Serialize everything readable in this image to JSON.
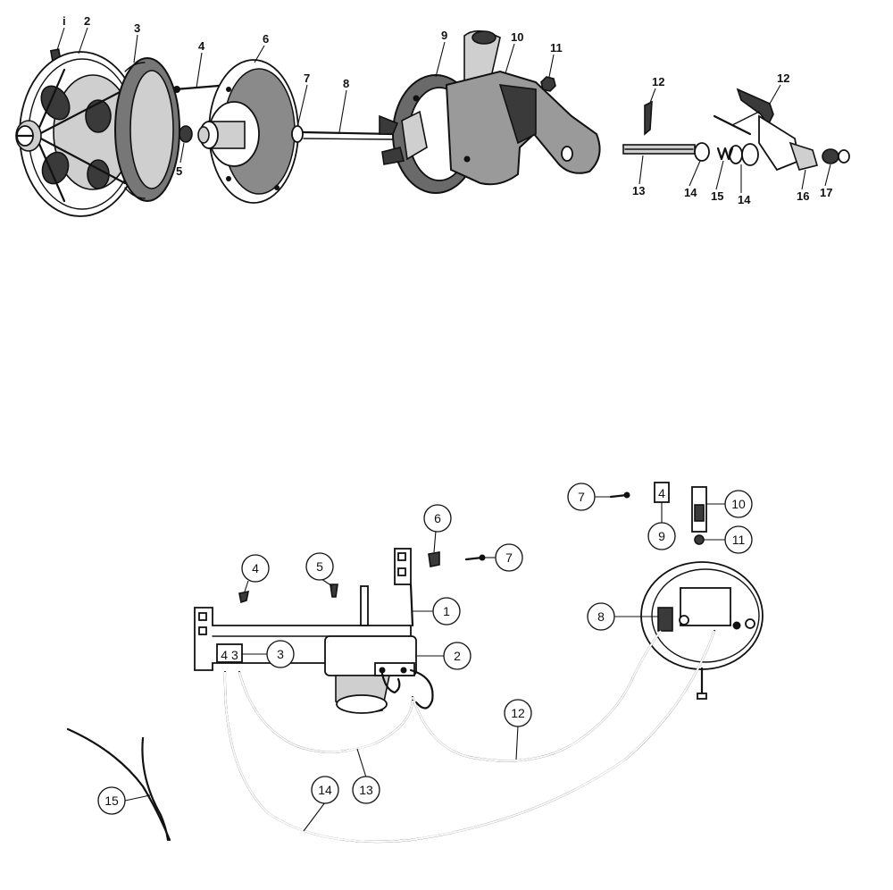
{
  "upper_assembly": {
    "labels": {
      "l1": "i",
      "l2": "2",
      "l3": "3",
      "l4": "4",
      "l5": "5",
      "l6": "6",
      "l7": "7",
      "l8": "8",
      "l9": "9",
      "l10": "10",
      "l11": "11",
      "l12a": "12",
      "l12b": "12",
      "l13": "13",
      "l14a": "14",
      "l14b": "14",
      "l15": "15",
      "l16": "16",
      "l17": "17"
    }
  },
  "lower_assembly": {
    "callouts": {
      "c1": "1",
      "c2": "2",
      "c3": "3",
      "c4": "4",
      "c5": "5",
      "c6": "6",
      "c7a": "7",
      "c7b": "7",
      "c8": "8",
      "c9": "9",
      "c10": "10",
      "c11": "11",
      "c12": "12",
      "c13": "13",
      "c14": "14",
      "c15": "15"
    },
    "printed_marks": {
      "terminal_block": "4 3",
      "clip_label": "4"
    }
  }
}
